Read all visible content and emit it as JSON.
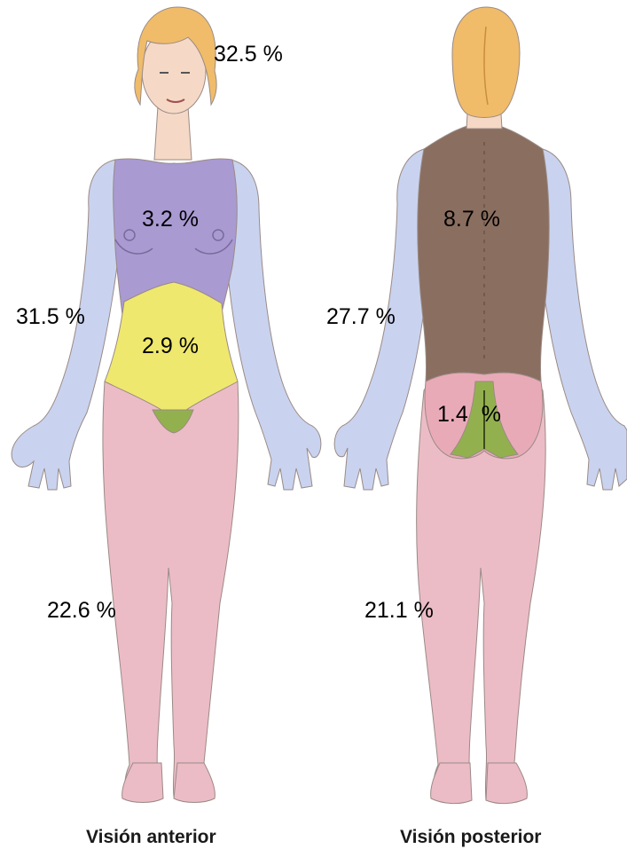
{
  "colors": {
    "skin": "#f5d9c6",
    "hair": "#f0bc6a",
    "arm": "#c9d3ef",
    "chest": "#a99ad2",
    "abdomen": "#efe86e",
    "legs": "#ecbcc6",
    "groin": "#93b04e",
    "back": "#8a6e5f",
    "buttocks": "#e9aab7"
  },
  "labels": {
    "anterior": {
      "head": "32.5 %",
      "chest": "3.2 %",
      "arms": "31.5 %",
      "abdomen": "2.9 %",
      "legs": "22.6 %"
    },
    "posterior": {
      "back": "8.7 %",
      "arms": "27.7 %",
      "buttocks": "1.4 %",
      "legs": "21.1 %"
    }
  },
  "captions": {
    "anterior": "Visión anterior",
    "posterior": "Visión posterior"
  }
}
